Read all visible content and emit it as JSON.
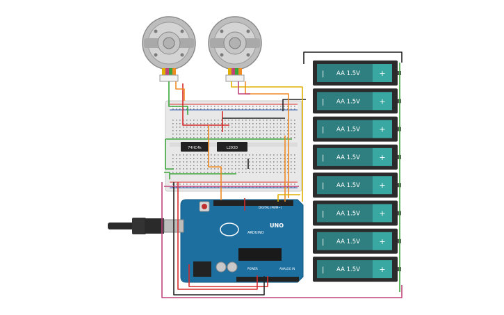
{
  "circuit": {
    "motors": [
      {
        "label": "",
        "type": "stepper-motor"
      },
      {
        "label": "",
        "type": "stepper-motor"
      }
    ],
    "chips": [
      {
        "label": "74HC4k"
      },
      {
        "label": "L293D"
      }
    ],
    "arduino": {
      "brand": "ARDUINO",
      "model": "UNO",
      "digital_label": "DIGITAL (PWM~)",
      "power_label": "POWER",
      "analog_label": "ANALOG IN"
    },
    "battery_label": "AA 1.5V",
    "battery_minus": "−",
    "battery_plus": "+",
    "battery_count": 8
  },
  "colors": {
    "battery_body": "#2f7f80",
    "battery_label_bg": "#2f7f80",
    "battery_plus_bg": "#3aa8a2",
    "wire_red": "#d62b2b",
    "wire_black": "#222222",
    "wire_green": "#3aa63a",
    "wire_orange": "#f08a24",
    "wire_yellow": "#e0b000",
    "wire_magenta": "#c0437a",
    "arduino_blue": "#1d6fa0",
    "breadboard": "#e8e8e8"
  }
}
